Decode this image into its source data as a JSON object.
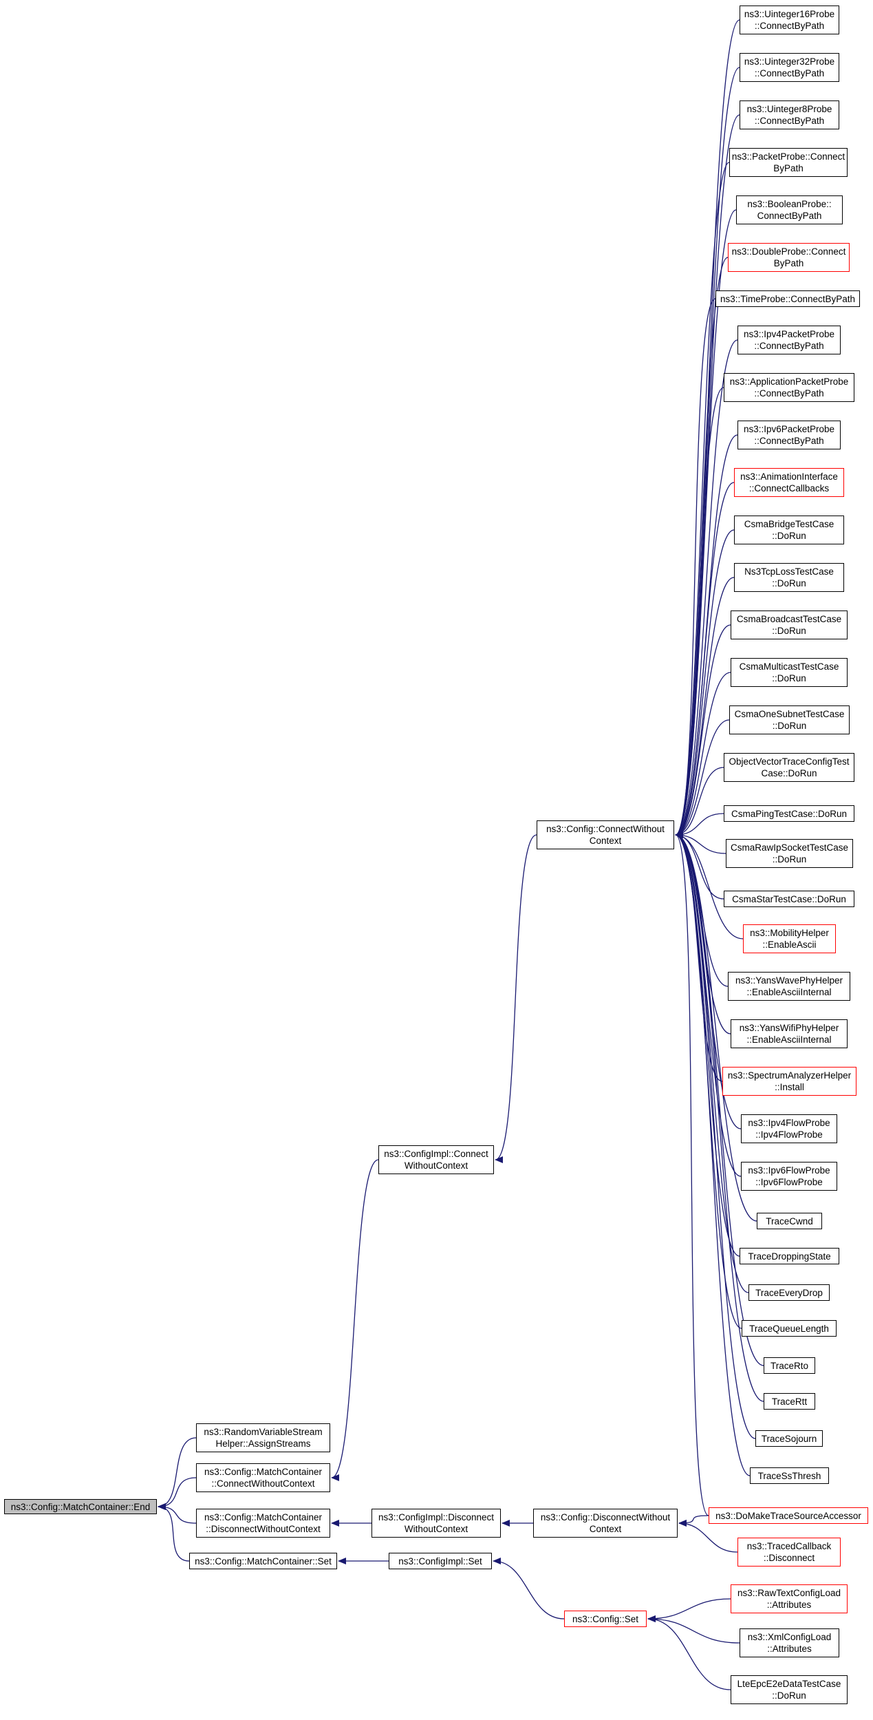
{
  "diagram": {
    "colors": {
      "edge": "#191970",
      "node_border": "#000000",
      "node_border_incomplete": "#ff0000",
      "root_fill": "#bfbfbf"
    },
    "nodes": [
      {
        "id": "root",
        "lines": [
          "ns3::Config::MatchContainer::End"
        ],
        "root": true
      },
      {
        "id": "rvs",
        "lines": [
          "ns3::RandomVariableStream",
          "Helper::AssignStreams"
        ]
      },
      {
        "id": "mc_cwc",
        "lines": [
          "ns3::Config::MatchContainer",
          "::ConnectWithoutContext"
        ]
      },
      {
        "id": "mc_dwc",
        "lines": [
          "ns3::Config::MatchContainer",
          "::DisconnectWithoutContext"
        ]
      },
      {
        "id": "mc_set",
        "lines": [
          "ns3::Config::MatchContainer::Set"
        ]
      },
      {
        "id": "ci_cwc",
        "lines": [
          "ns3::ConfigImpl::Connect",
          "WithoutContext"
        ]
      },
      {
        "id": "ci_dwc",
        "lines": [
          "ns3::ConfigImpl::Disconnect",
          "WithoutContext"
        ]
      },
      {
        "id": "ci_set",
        "lines": [
          "ns3::ConfigImpl::Set"
        ]
      },
      {
        "id": "c_cwc",
        "lines": [
          "ns3::Config::ConnectWithout",
          "Context"
        ]
      },
      {
        "id": "c_dwc",
        "lines": [
          "ns3::Config::DisconnectWithout",
          "Context"
        ]
      },
      {
        "id": "c_set",
        "lines": [
          "ns3::Config::Set"
        ],
        "incomplete": true
      },
      {
        "id": "u16",
        "lines": [
          "ns3::Uinteger16Probe",
          "::ConnectByPath"
        ]
      },
      {
        "id": "u32",
        "lines": [
          "ns3::Uinteger32Probe",
          "::ConnectByPath"
        ]
      },
      {
        "id": "u8",
        "lines": [
          "ns3::Uinteger8Probe",
          "::ConnectByPath"
        ]
      },
      {
        "id": "pkt",
        "lines": [
          "ns3::PacketProbe::Connect",
          "ByPath"
        ]
      },
      {
        "id": "bool",
        "lines": [
          "ns3::BooleanProbe::",
          "ConnectByPath"
        ]
      },
      {
        "id": "dbl",
        "lines": [
          "ns3::DoubleProbe::Connect",
          "ByPath"
        ],
        "incomplete": true
      },
      {
        "id": "time",
        "lines": [
          "ns3::TimeProbe::ConnectByPath"
        ]
      },
      {
        "id": "ipv4p",
        "lines": [
          "ns3::Ipv4PacketProbe",
          "::ConnectByPath"
        ]
      },
      {
        "id": "app",
        "lines": [
          "ns3::ApplicationPacketProbe",
          "::ConnectByPath"
        ]
      },
      {
        "id": "ipv6p",
        "lines": [
          "ns3::Ipv6PacketProbe",
          "::ConnectByPath"
        ]
      },
      {
        "id": "anim",
        "lines": [
          "ns3::AnimationInterface",
          "::ConnectCallbacks"
        ],
        "incomplete": true
      },
      {
        "id": "csmab",
        "lines": [
          "CsmaBridgeTestCase",
          "::DoRun"
        ]
      },
      {
        "id": "ns3tcp",
        "lines": [
          "Ns3TcpLossTestCase",
          "::DoRun"
        ]
      },
      {
        "id": "csmabc",
        "lines": [
          "CsmaBroadcastTestCase",
          "::DoRun"
        ]
      },
      {
        "id": "csmamc",
        "lines": [
          "CsmaMulticastTestCase",
          "::DoRun"
        ]
      },
      {
        "id": "csmaos",
        "lines": [
          "CsmaOneSubnetTestCase",
          "::DoRun"
        ]
      },
      {
        "id": "objvec",
        "lines": [
          "ObjectVectorTraceConfigTest",
          "Case::DoRun"
        ]
      },
      {
        "id": "csmaping",
        "lines": [
          "CsmaPingTestCase::DoRun"
        ]
      },
      {
        "id": "csmaraw",
        "lines": [
          "CsmaRawIpSocketTestCase",
          "::DoRun"
        ]
      },
      {
        "id": "csmastar",
        "lines": [
          "CsmaStarTestCase::DoRun"
        ]
      },
      {
        "id": "mob",
        "lines": [
          "ns3::MobilityHelper",
          "::EnableAscii"
        ],
        "incomplete": true
      },
      {
        "id": "yanswave",
        "lines": [
          "ns3::YansWavePhyHelper",
          "::EnableAsciiInternal"
        ]
      },
      {
        "id": "yanswifi",
        "lines": [
          "ns3::YansWifiPhyHelper",
          "::EnableAsciiInternal"
        ]
      },
      {
        "id": "spec",
        "lines": [
          "ns3::SpectrumAnalyzerHelper",
          "::Install"
        ],
        "incomplete": true
      },
      {
        "id": "ipv4f",
        "lines": [
          "ns3::Ipv4FlowProbe",
          "::Ipv4FlowProbe"
        ]
      },
      {
        "id": "ipv6f",
        "lines": [
          "ns3::Ipv6FlowProbe",
          "::Ipv6FlowProbe"
        ]
      },
      {
        "id": "cwnd",
        "lines": [
          "TraceCwnd"
        ]
      },
      {
        "id": "drop",
        "lines": [
          "TraceDroppingState"
        ]
      },
      {
        "id": "every",
        "lines": [
          "TraceEveryDrop"
        ]
      },
      {
        "id": "queue",
        "lines": [
          "TraceQueueLength"
        ]
      },
      {
        "id": "rto",
        "lines": [
          "TraceRto"
        ]
      },
      {
        "id": "rtt",
        "lines": [
          "TraceRtt"
        ]
      },
      {
        "id": "soj",
        "lines": [
          "TraceSojourn"
        ]
      },
      {
        "id": "ssth",
        "lines": [
          "TraceSsThresh"
        ]
      },
      {
        "id": "domake",
        "lines": [
          "ns3::DoMakeTraceSourceAccessor"
        ],
        "incomplete": true
      },
      {
        "id": "traced",
        "lines": [
          "ns3::TracedCallback",
          "::Disconnect"
        ],
        "incomplete": true
      },
      {
        "id": "raw",
        "lines": [
          "ns3::RawTextConfigLoad",
          "::Attributes"
        ],
        "incomplete": true
      },
      {
        "id": "xml",
        "lines": [
          "ns3::XmlConfigLoad",
          "::Attributes"
        ]
      },
      {
        "id": "lte",
        "lines": [
          "LteEpcE2eDataTestCase",
          "::DoRun"
        ]
      }
    ],
    "edges": [
      [
        "rvs",
        "root"
      ],
      [
        "mc_cwc",
        "root"
      ],
      [
        "mc_dwc",
        "root"
      ],
      [
        "mc_set",
        "root"
      ],
      [
        "ci_cwc",
        "mc_cwc"
      ],
      [
        "ci_dwc",
        "mc_dwc"
      ],
      [
        "ci_set",
        "mc_set"
      ],
      [
        "c_cwc",
        "ci_cwc"
      ],
      [
        "c_dwc",
        "ci_dwc"
      ],
      [
        "c_set",
        "ci_set"
      ],
      [
        "u16",
        "c_cwc"
      ],
      [
        "u32",
        "c_cwc"
      ],
      [
        "u8",
        "c_cwc"
      ],
      [
        "pkt",
        "c_cwc"
      ],
      [
        "bool",
        "c_cwc"
      ],
      [
        "dbl",
        "c_cwc"
      ],
      [
        "time",
        "c_cwc"
      ],
      [
        "ipv4p",
        "c_cwc"
      ],
      [
        "app",
        "c_cwc"
      ],
      [
        "ipv6p",
        "c_cwc"
      ],
      [
        "anim",
        "c_cwc"
      ],
      [
        "csmab",
        "c_cwc"
      ],
      [
        "ns3tcp",
        "c_cwc"
      ],
      [
        "csmabc",
        "c_cwc"
      ],
      [
        "csmamc",
        "c_cwc"
      ],
      [
        "csmaos",
        "c_cwc"
      ],
      [
        "objvec",
        "c_cwc"
      ],
      [
        "csmaping",
        "c_cwc"
      ],
      [
        "csmaraw",
        "c_cwc"
      ],
      [
        "csmastar",
        "c_cwc"
      ],
      [
        "mob",
        "c_cwc"
      ],
      [
        "yanswave",
        "c_cwc"
      ],
      [
        "yanswifi",
        "c_cwc"
      ],
      [
        "spec",
        "c_cwc"
      ],
      [
        "ipv4f",
        "c_cwc"
      ],
      [
        "ipv6f",
        "c_cwc"
      ],
      [
        "cwnd",
        "c_cwc"
      ],
      [
        "drop",
        "c_cwc"
      ],
      [
        "every",
        "c_cwc"
      ],
      [
        "queue",
        "c_cwc"
      ],
      [
        "rto",
        "c_cwc"
      ],
      [
        "rtt",
        "c_cwc"
      ],
      [
        "soj",
        "c_cwc"
      ],
      [
        "ssth",
        "c_cwc"
      ],
      [
        "domake",
        "c_cwc"
      ],
      [
        "domake",
        "c_dwc"
      ],
      [
        "traced",
        "c_dwc"
      ],
      [
        "raw",
        "c_set"
      ],
      [
        "xml",
        "c_set"
      ],
      [
        "lte",
        "c_set"
      ]
    ]
  }
}
